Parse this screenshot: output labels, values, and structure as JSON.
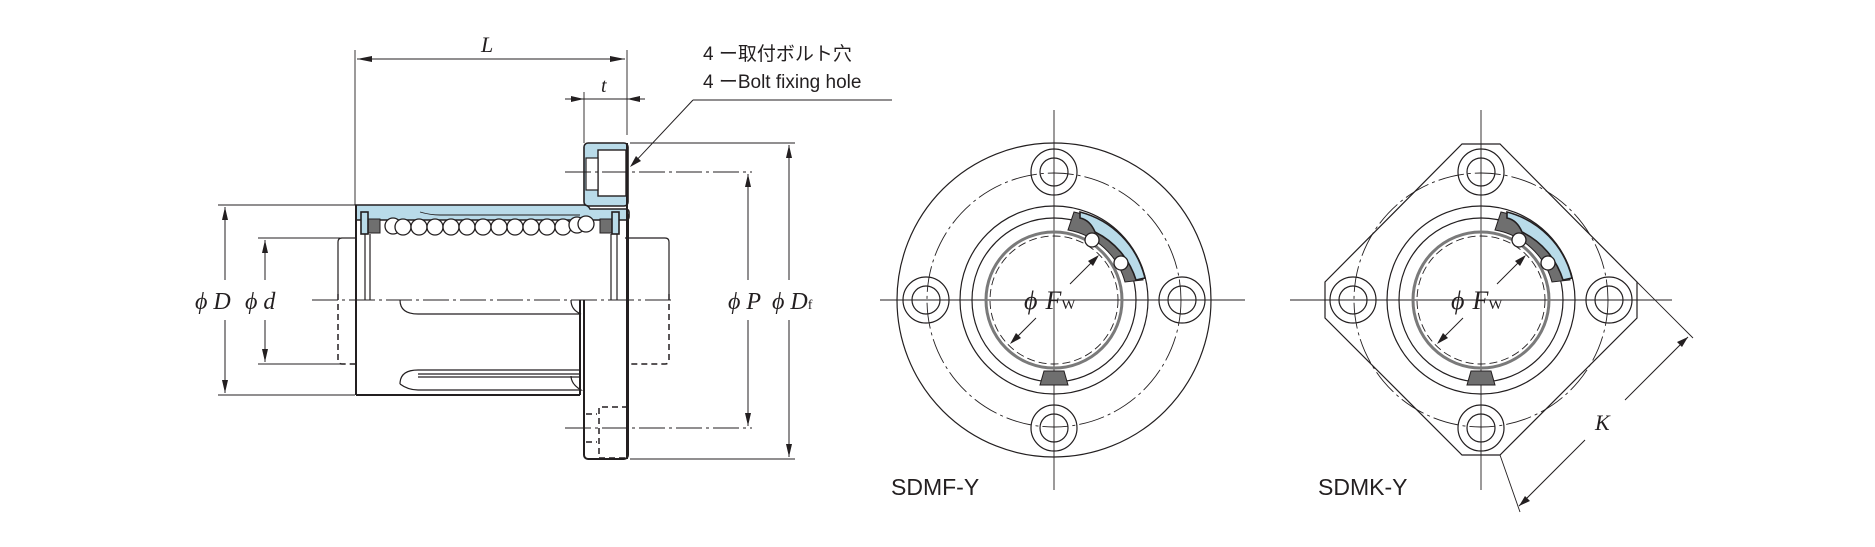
{
  "callout": {
    "line1": "4 ー取付ボルト穴",
    "line2": "4 ーBolt fixing hole"
  },
  "side_view": {
    "length_label": "L",
    "thickness_label": "t",
    "outer_diameter_label": "ϕ D",
    "inner_diameter_label": "ϕ d",
    "pitch_diameter_label": "ϕ P",
    "flange_diameter_phi": "ϕ",
    "flange_diameter_main": "D",
    "flange_diameter_sub": "f"
  },
  "front_view_round": {
    "caption": "SDMF-Y",
    "bore_phi": "ϕ",
    "bore_main": "F",
    "bore_sub": "W"
  },
  "front_view_square": {
    "caption": "SDMK-Y",
    "bore_phi": "ϕ",
    "bore_main": "F",
    "bore_sub": "W",
    "width_label": "K"
  },
  "colors": {
    "line": "#231f20",
    "housing_fill": "#b9dbe9",
    "retainer_fill": "#6f6f6f",
    "background": "#ffffff"
  }
}
